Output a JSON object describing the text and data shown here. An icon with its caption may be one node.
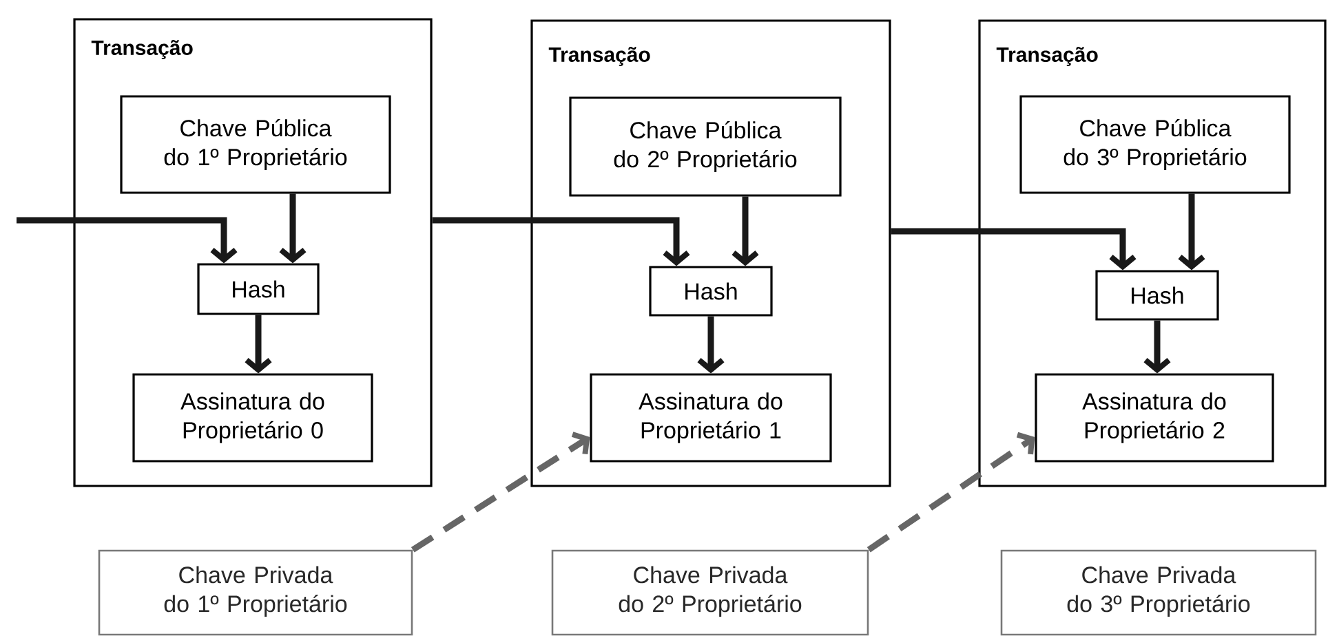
{
  "diagram": {
    "nodes": [
      {
        "text": [
          "Transação"
        ]
      },
      {
        "text": [
          "Chave Pública do 1º Proprietário"
        ],
        "in": 0
      },
      {
        "text": [
          "Hash"
        ],
        "in": 0
      },
      {
        "text": [
          "Assinatura do Proprietário 0"
        ],
        "in": 0
      },
      {
        "text": [
          "Transação"
        ]
      },
      {
        "text": [
          "Chave Pública do 2º Proprietário"
        ],
        "in": 4
      },
      {
        "text": [
          "Hash"
        ],
        "in": 4
      },
      {
        "text": [
          "Assinatura do Proprietário 1"
        ],
        "in": 4
      },
      {
        "text": [
          "Transação"
        ]
      },
      {
        "text": [
          "Chave Pública do 3º Proprietário"
        ],
        "in": 8
      },
      {
        "text": [
          "Hash"
        ],
        "in": 8
      },
      {
        "text": [
          "Assinatura do Proprietário 2"
        ],
        "in": 8
      },
      {
        "text": [
          "Chave Privada do 1º Proprietário"
        ]
      },
      {
        "text": [
          "Chave Privada do 2º Proprietário"
        ]
      },
      {
        "text": [
          "Chave Privada do 3º Proprietário"
        ]
      }
    ],
    "edges": [
      {
        "from": null,
        "to": 2,
        "arrow": "to"
      },
      {
        "from": 1,
        "to": 2,
        "arrow": "to"
      },
      {
        "from": 2,
        "to": 3,
        "arrow": "to"
      },
      {
        "from": 0,
        "to": 6,
        "arrow": "to"
      },
      {
        "from": 5,
        "to": 6,
        "arrow": "to"
      },
      {
        "from": 6,
        "to": 7,
        "arrow": "to"
      },
      {
        "from": 4,
        "to": 10,
        "arrow": "to"
      },
      {
        "from": 9,
        "to": 10,
        "arrow": "to"
      },
      {
        "from": 10,
        "to": 11,
        "arrow": "to"
      },
      {
        "from": 12,
        "to": 7,
        "arrow": "to",
        "style": "dashed",
        "color": "#666666"
      },
      {
        "from": 13,
        "to": 11,
        "arrow": "to",
        "style": "dashed",
        "color": "#666666"
      }
    ]
  }
}
